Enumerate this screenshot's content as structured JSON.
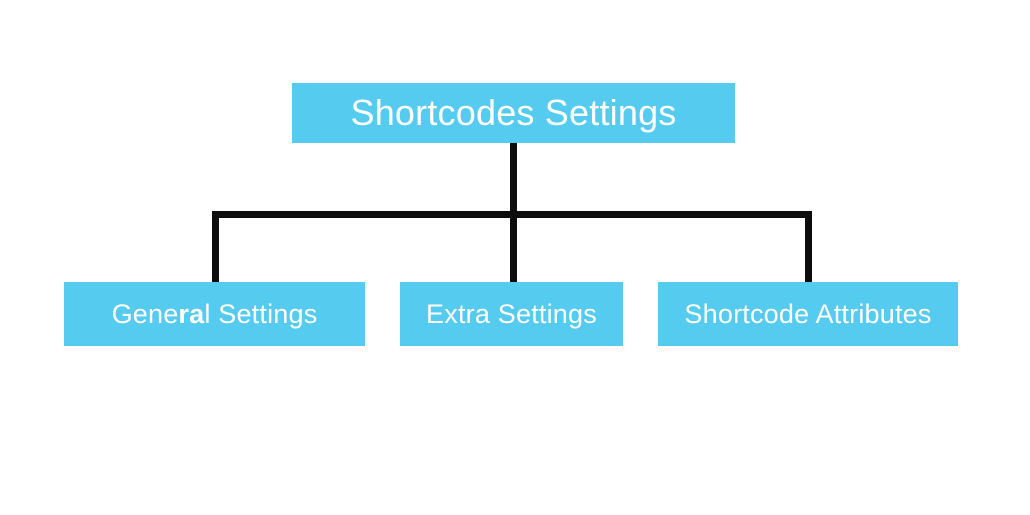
{
  "diagram": {
    "colors": {
      "background": "#ffffff",
      "box_fill": "#56cbf0",
      "label_text": "#ffffff",
      "connector_line": "#0d0d0d"
    },
    "root": {
      "text_before": "Shortcodes Settings",
      "text_bold": "",
      "text_after": ""
    },
    "children": [
      {
        "text_before": "Gene",
        "text_bold": "ra",
        "text_after": "l Settings"
      },
      {
        "text_before": "Extra Settings",
        "text_bold": "",
        "text_after": ""
      },
      {
        "text_before": "Shortcode Attributes",
        "text_bold": "",
        "text_after": ""
      }
    ]
  }
}
